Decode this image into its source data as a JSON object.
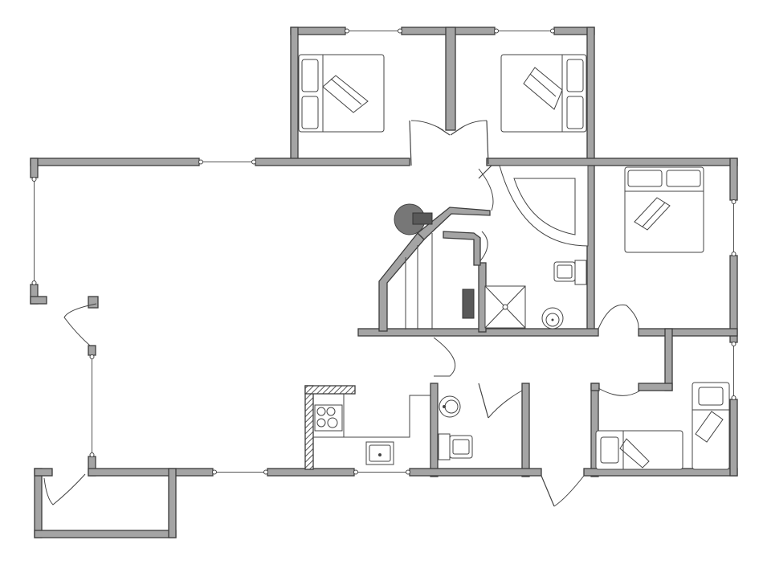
{
  "diagram": {
    "type": "floor-plan",
    "text_labels": [],
    "colors": {
      "background": "#ffffff",
      "wall_fill": "#a4a4a4",
      "wall_outline": "#3c3c3c",
      "line": "#444444",
      "fireplace": "#777777"
    },
    "fixtures": [
      "double-bed",
      "double-bed",
      "double-bed",
      "single-bed",
      "single-bed",
      "corner-bathtub",
      "shower-tray",
      "toilet",
      "toilet",
      "wash-basin",
      "wash-basin",
      "kitchen-hob",
      "kitchen-sink",
      "wood-stove",
      "staircase"
    ]
  }
}
